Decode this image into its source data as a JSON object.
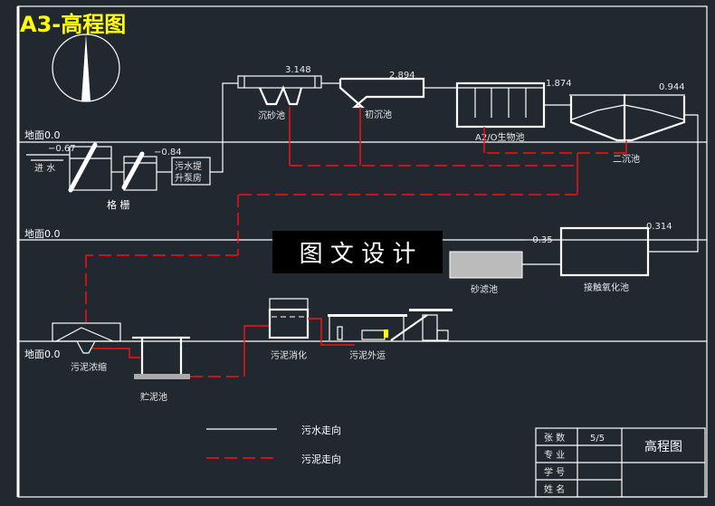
{
  "title": "A3-高程图",
  "ground_label": "地面0.0",
  "inlet": {
    "label": "进 水",
    "level": "−0.67"
  },
  "screen": {
    "label": "格 栅",
    "level": "−0.84"
  },
  "pump": {
    "line1": "污水提",
    "line2": "升泵房"
  },
  "grit": {
    "label": "沉砂池",
    "level": "3.148"
  },
  "primary": {
    "label": "初沉池",
    "level": "2.894"
  },
  "a2o": {
    "label": "A2/O生物池",
    "level": "1.874"
  },
  "secondary": {
    "label": "二沉池",
    "level": "0.944"
  },
  "filter": {
    "label": "砂滤池",
    "level": "−0.35"
  },
  "contact": {
    "label": "接触氧化池",
    "level": "0.314"
  },
  "thickener": {
    "label": "污泥浓缩"
  },
  "storage": {
    "label": "贮泥池"
  },
  "digestion": {
    "label": "污泥消化"
  },
  "transport": {
    "label": "污泥外运"
  },
  "watermark": "图 文 设 计",
  "legend": {
    "sewage": "污水走向",
    "sludge": "污泥走向",
    "sewage_color": "#ffffff",
    "sludge_color": "#ff1010"
  },
  "title_block": {
    "sheets_label": "张 数",
    "sheets_value": "5/5",
    "major_label": "专 业",
    "id_label": "学 号",
    "name_label": "姓 名",
    "drawing_title": "高程图"
  },
  "colors": {
    "background": "#212830",
    "title": "#ffff00"
  }
}
